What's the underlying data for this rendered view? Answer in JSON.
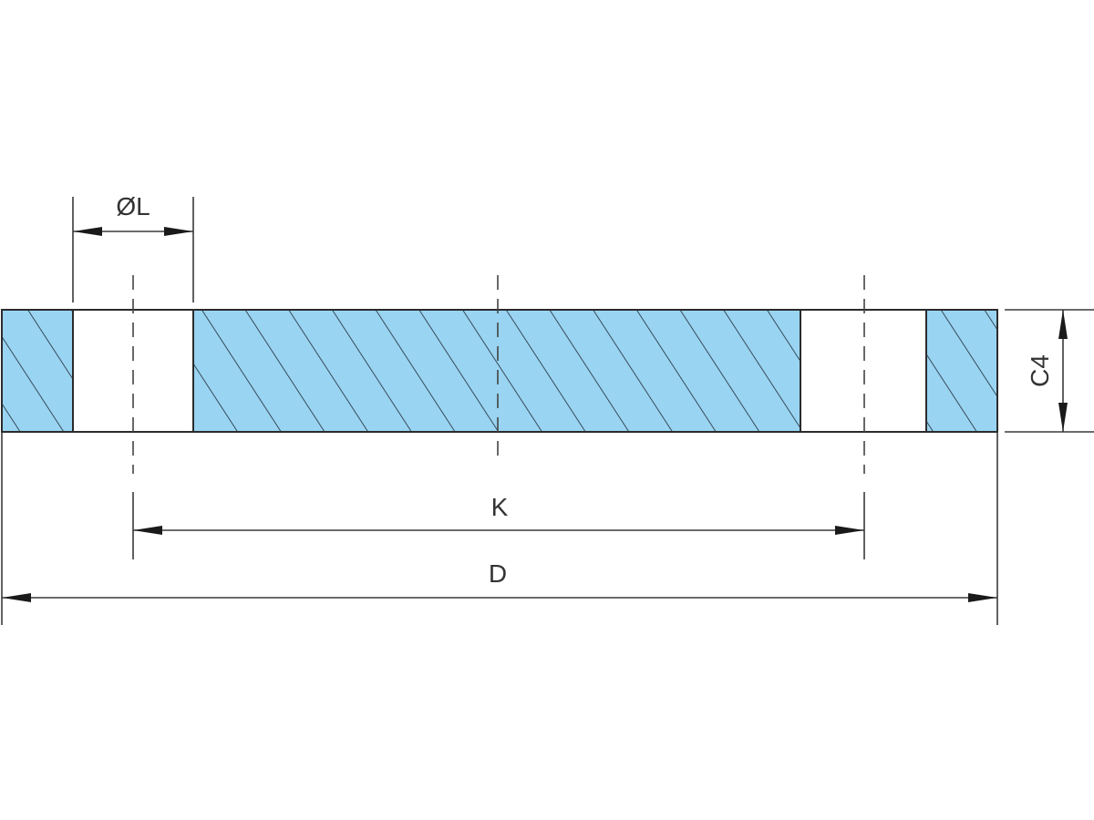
{
  "drawing": {
    "section_fill": "#99d4f2",
    "line_color": "#2b2b2b",
    "labels": {
      "hole_diameter": "ØL",
      "thickness": "C4",
      "bolt_circle": "K",
      "outer_diameter": "D"
    }
  }
}
